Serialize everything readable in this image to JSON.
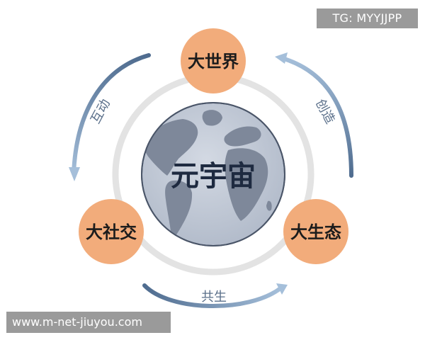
{
  "diagram": {
    "center": {
      "label": "元宇宙"
    },
    "nodes": {
      "top": {
        "label": "大世界"
      },
      "left": {
        "label": "大社交"
      },
      "right": {
        "label": "大生态"
      }
    },
    "arcs": {
      "left": {
        "label": "互动"
      },
      "right": {
        "label": "创造"
      },
      "bottom": {
        "label": "共生"
      }
    }
  },
  "watermarks": {
    "top_right": "TG: MYYJJPP",
    "bottom_left": "www.m-net-jiuyou.com"
  },
  "colors": {
    "node_fill": "#f2ac7b",
    "ring": "#e3e3e3",
    "globe_ocean": "#c3cbd8",
    "globe_land": "#7e889a",
    "arrow_dark": "#4f6c8f",
    "arrow_light": "#a5bfda"
  }
}
